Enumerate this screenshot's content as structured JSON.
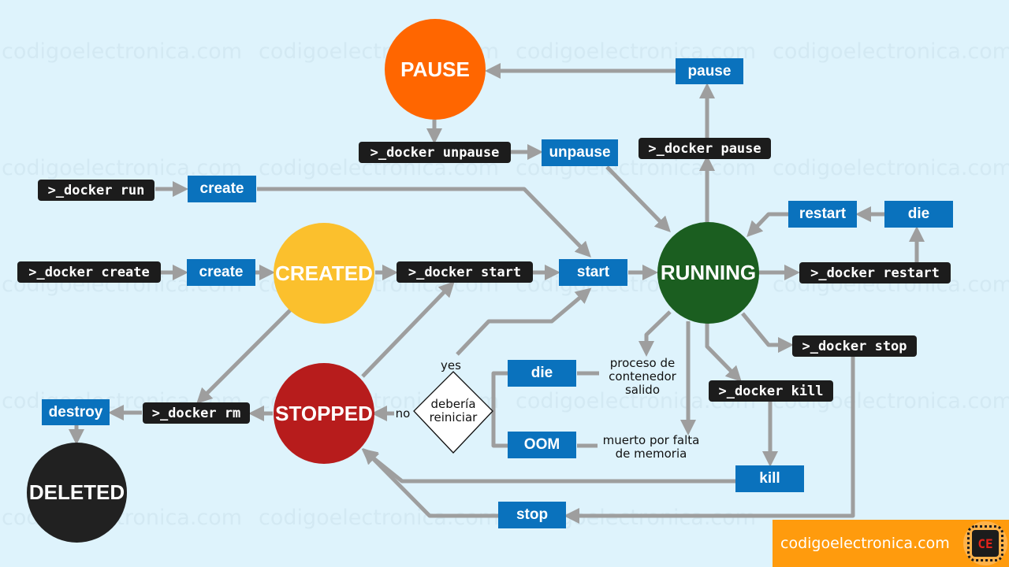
{
  "watermark": "codigoelectronica.com",
  "states": {
    "pause": "PAUSE",
    "created": "CREATED",
    "running": "RUNNING",
    "stopped": "STOPPED",
    "deleted": "DELETED"
  },
  "state_colors": {
    "pause": "#ff6600",
    "created": "#fbc02d",
    "running": "#1b5e20",
    "stopped": "#b71c1c",
    "deleted": "#212121"
  },
  "events": {
    "pause": "pause",
    "unpause": "unpause",
    "create_run": "create",
    "create": "create",
    "start": "start",
    "restart": "restart",
    "die_restart": "die",
    "die": "die",
    "oom": "OOM",
    "kill": "kill",
    "stop": "stop",
    "destroy": "destroy"
  },
  "commands": {
    "unpause": ">_docker unpause",
    "pause": ">_docker pause",
    "run": ">_docker run",
    "create": ">_docker create",
    "start": ">_docker start",
    "restart": ">_docker restart",
    "stop": ">_docker stop",
    "kill": ">_docker kill",
    "rm": ">_docker rm"
  },
  "decision": {
    "question_line1": "debería",
    "question_line2": "reiniciar",
    "yes": "yes",
    "no": "no"
  },
  "notes": {
    "die_line1": "proceso de",
    "die_line2": "contenedor",
    "die_line3": "salido",
    "oom_line1": "muerto por falta",
    "oom_line2": "de memoria"
  },
  "footer": {
    "site": "codigoelectronica.com",
    "logo_text": "CE"
  }
}
